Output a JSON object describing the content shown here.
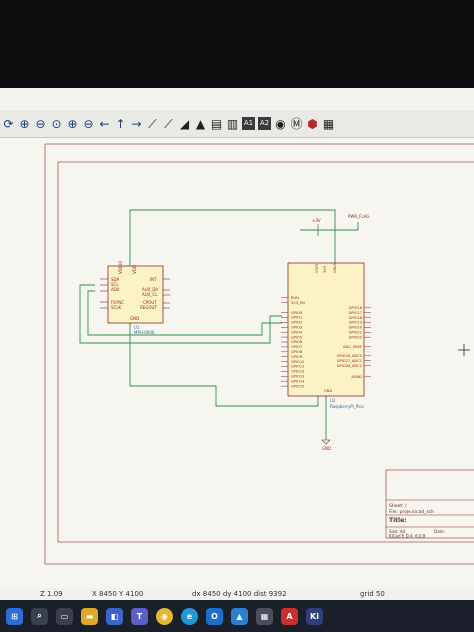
{
  "toolbar": {
    "icons": [
      "rotate-icon",
      "zoom-in-icon",
      "zoom-out-icon",
      "zoom-fit-icon",
      "zoom-area-icon",
      "zoom-selection-icon",
      "arrow-left-icon",
      "arrow-up-icon",
      "arrow-right-icon",
      "bus-entry-icon",
      "wire-icon",
      "flag-icon",
      "erc-icon",
      "bom-icon",
      "annotate-icon",
      "netlist-icon",
      "footprint-icon",
      "plot-icon",
      "table-icon"
    ],
    "badge_1": "A1",
    "badge_2": "A2"
  },
  "schematic": {
    "u1": {
      "ref": "U1",
      "value": "MPU-6000",
      "left_pins": [
        "SDA",
        "SCL",
        "AD0",
        "FSYNC",
        "SCLK"
      ],
      "right_pins": [
        "INT",
        "AUX_DA",
        "AUX_CL",
        "CPOUT",
        "REGOUT"
      ],
      "top_pins": [
        "VDDIO",
        "VDD"
      ],
      "bottom_pin": "GND"
    },
    "u2": {
      "ref": "U2",
      "value": "RaspberryPi_Pico",
      "top_pins": [
        "VSYS",
        "3V3",
        "VBUS"
      ],
      "left_pins": [
        "RUN",
        "3V3_EN",
        "GPIO0",
        "GPIO1",
        "GPIO2",
        "GPIO3",
        "GPIO4",
        "GPIO5",
        "GPIO6",
        "GPIO7",
        "GPIO8",
        "GPIO9",
        "GPIO10",
        "GPIO11",
        "GPIO12",
        "GPIO13",
        "GPIO14",
        "GPIO15"
      ],
      "right_pins": [
        "GPIO16",
        "GPIO17",
        "GPIO18",
        "GPIO19",
        "GPIO20",
        "GPIO21",
        "GPIO22",
        "ADC_VREF",
        "GPIO26_ADC0",
        "GPIO27_ADC1",
        "GPIO28_ADC2",
        "AGND"
      ],
      "bottom_pin": "GND"
    },
    "power": {
      "plus3v": "+3V",
      "pwr_flag": "PWR_FLAG",
      "gnd": "GND"
    },
    "title_block": {
      "sheet": "Sheet: /",
      "file": "File: proje.kicad_sch",
      "title": "Title:",
      "size": "Size: A4",
      "date": "Date:",
      "kicad": "KiCad E.D.A. 6.0.8"
    }
  },
  "status_bar": {
    "zoom": "Z 1.09",
    "coords": "X 8450  Y 4100",
    "delta": "dx 8450  dy 4100  dist 9392",
    "grid": "grid 50"
  },
  "taskbar": {
    "apps": [
      "start-icon",
      "search-icon",
      "task-view-icon",
      "file-explorer-icon",
      "store-icon",
      "teams-icon",
      "chrome-icon",
      "edge-icon",
      "outlook-icon",
      "photos-icon",
      "files-icon",
      "acrobat-icon",
      "kicad-icon"
    ]
  },
  "colors": {
    "wire": "#2f8f4f",
    "component_border": "#8a2a2a",
    "component_fill": "#fbf3c6",
    "sheet_border": "#8a2a2a"
  }
}
